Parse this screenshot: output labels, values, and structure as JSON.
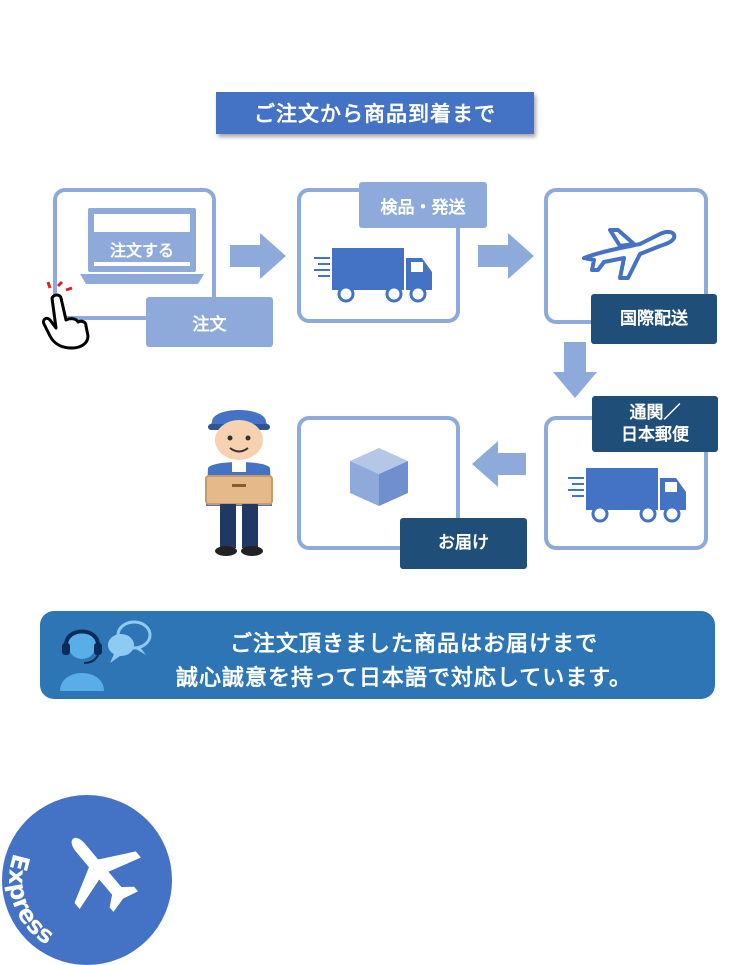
{
  "title": "ご注文から商品到着まで",
  "steps": {
    "order": {
      "screen_text": "注文する",
      "label": "注文"
    },
    "inspect": {
      "label": "検品・発送"
    },
    "intl": {
      "label": "国際配送"
    },
    "customs": {
      "label_line1": "通関／",
      "label_line2": "日本郵便"
    },
    "deliver": {
      "label": "お届け"
    }
  },
  "banner": {
    "line1": "ご注文頂きました商品はお届けまで",
    "line2": "誠心誠意を持って日本語で対応しています。"
  },
  "badge": {
    "text": "Express"
  },
  "colors": {
    "primary": "#4472c4",
    "light": "#8eaadb",
    "dark": "#1f4e79",
    "banner": "#2e75b6"
  },
  "icons": [
    "laptop-icon",
    "hand-pointer-icon",
    "truck-icon",
    "airplane-icon",
    "box-icon",
    "delivery-person-icon",
    "headset-operator-icon",
    "chat-bubbles-icon"
  ]
}
